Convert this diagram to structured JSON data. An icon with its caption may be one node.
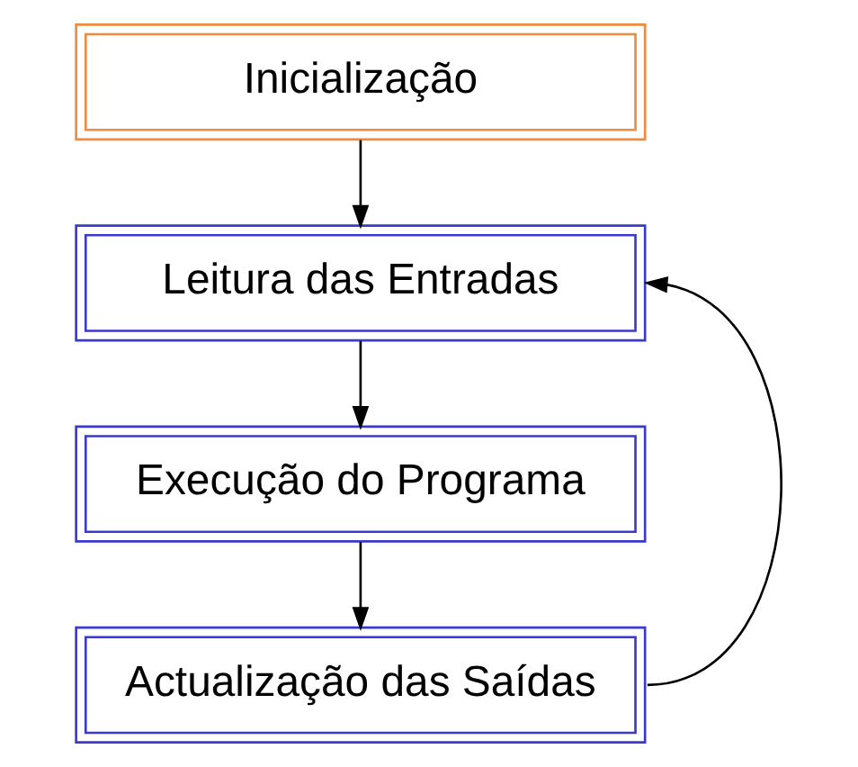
{
  "diagram": {
    "nodes": [
      {
        "text": [
          "Inicialização"
        ]
      },
      {
        "text": [
          "Leitura das Entradas"
        ]
      },
      {
        "text": [
          "Execução do Programa"
        ]
      },
      {
        "text": [
          "Actualização das Saídas"
        ]
      }
    ],
    "edges": [
      {
        "from": 0,
        "to": 1,
        "arrow": "to"
      },
      {
        "from": 1,
        "to": 2,
        "arrow": "to"
      },
      {
        "from": 2,
        "to": 3,
        "arrow": "to"
      },
      {
        "from": 3,
        "to": 1,
        "arrow": "to"
      }
    ]
  }
}
